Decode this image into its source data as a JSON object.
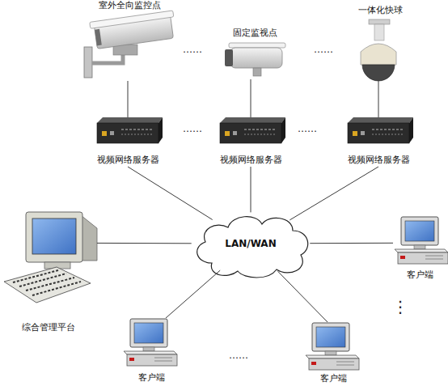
{
  "diagram": {
    "nodes": [
      {
        "text": [
          "室外全向监控点"
        ]
      },
      {
        "text": [
          "固定监视点"
        ]
      },
      {
        "text": [
          "一体化快球"
        ]
      },
      {
        "text": [
          "视频网络服务器"
        ]
      },
      {
        "text": [
          "视频网络服务器"
        ]
      },
      {
        "text": [
          "视频网络服务器"
        ]
      },
      {
        "text": [
          "LAN/WAN"
        ]
      },
      {
        "text": [
          "综合管理平台"
        ]
      },
      {
        "text": [
          "客户端"
        ]
      },
      {
        "text": [
          "客户端"
        ]
      },
      {
        "text": [
          "客户端"
        ]
      }
    ],
    "edges": [
      {
        "from": 0,
        "to": 3,
        "arrow": "none"
      },
      {
        "from": 1,
        "to": 4,
        "arrow": "none"
      },
      {
        "from": 2,
        "to": 5,
        "arrow": "none"
      },
      {
        "from": 3,
        "to": 6,
        "arrow": "none"
      },
      {
        "from": 4,
        "to": 6,
        "arrow": "none"
      },
      {
        "from": 5,
        "to": 6,
        "arrow": "none"
      },
      {
        "from": 6,
        "to": 7,
        "arrow": "none"
      },
      {
        "from": 6,
        "to": 8,
        "arrow": "none"
      },
      {
        "from": 6,
        "to": 9,
        "arrow": "none"
      },
      {
        "from": 6,
        "to": 10,
        "arrow": "none"
      }
    ],
    "labels": [
      "……",
      "……",
      "……",
      "……",
      "……",
      "⋮"
    ]
  }
}
